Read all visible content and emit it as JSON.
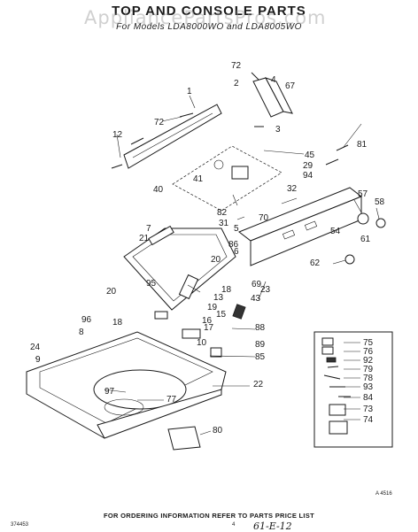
{
  "header": {
    "title": "TOP AND CONSOLE PARTS",
    "subtitle": "For Models LDA8000WO and LDA8005WO"
  },
  "watermark": "AppliancePartsPros.com",
  "callouts": [
    "72",
    "2",
    "4",
    "67",
    "1",
    "3",
    "72",
    "12",
    "45",
    "29",
    "94",
    "81",
    "41",
    "32",
    "40",
    "82",
    "31",
    "70",
    "57",
    "58",
    "7",
    "21",
    "5",
    "86",
    "54",
    "6",
    "20",
    "61",
    "62",
    "95",
    "23",
    "69",
    "18",
    "43",
    "20",
    "13",
    "19",
    "15",
    "96",
    "18",
    "16",
    "17",
    "88",
    "8",
    "10",
    "89",
    "85",
    "24",
    "9",
    "22",
    "97",
    "77",
    "80"
  ],
  "inset_callouts": [
    "75",
    "76",
    "92",
    "79",
    "78",
    "93",
    "84",
    "73",
    "74"
  ],
  "figure_ref": "A 4516",
  "footer": {
    "ordering_note": "FOR ORDERING INFORMATION REFER TO PARTS PRICE LIST",
    "doc_number": "374453",
    "page": "4",
    "handwritten": "61-E-12"
  }
}
